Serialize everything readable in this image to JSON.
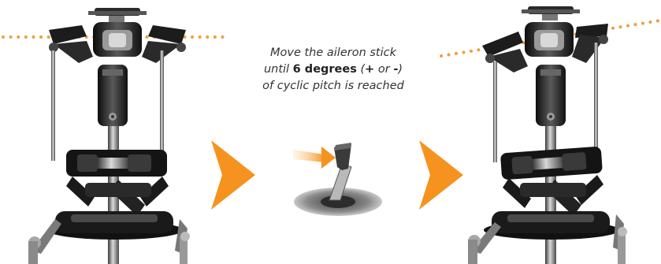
{
  "instruction": {
    "line1": "Move the aileron stick",
    "line2_prefix": "until ",
    "line2_bold": "6 degrees",
    "line2_paren_open": " (",
    "line2_plus": "+",
    "line2_or": " or ",
    "line2_minus": "-",
    "line2_paren_close": ")",
    "line3": "of cyclic pitch is reached"
  },
  "colors": {
    "accent_orange": "#F5931E",
    "dotted_line": "#F0A040",
    "metal_dark": "#1a1a1a",
    "metal_mid": "#6b6b6b",
    "metal_light": "#c8c8c8"
  },
  "icons": {
    "left_arrow": "chevron-right-icon",
    "right_arrow": "chevron-right-icon",
    "stick": "aileron-stick-icon"
  }
}
